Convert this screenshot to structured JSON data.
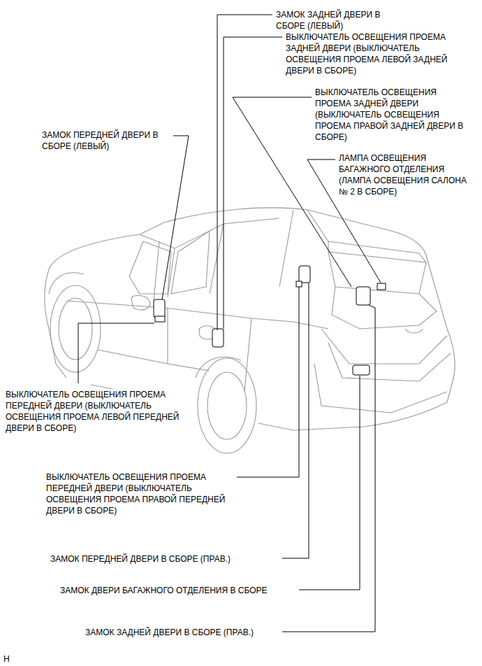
{
  "diagram": {
    "labels": [
      "ЗАМОК ЗАДНЕЙ ДВЕРИ В СБОРЕ (ЛЕВЫЙ)",
      "ВЫКЛЮЧАТЕЛЬ ОСВЕЩЕНИЯ ПРОЕМА ЗАДНЕЙ ДВЕРИ (ВЫКЛЮЧАТЕЛЬ ОСВЕЩЕНИЯ ПРОЕМА ЛЕВОЙ ЗАДНЕЙ ДВЕРИ В СБОРЕ)",
      "ВЫКЛЮЧАТЕЛЬ ОСВЕЩЕНИЯ ПРОЕМА ЗАДНЕЙ ДВЕРИ (ВЫКЛЮЧАТЕЛЬ ОСВЕЩЕНИЯ ПРОЕМА ПРАВОЙ ЗАДНЕЙ ДВЕРИ В СБОРЕ)",
      "ЛАМПА ОСВЕЩЕНИЯ БАГАЖНОГО ОТДЕЛЕНИЯ (ЛАМПА ОСВЕЩЕНИЯ САЛОНА № 2 В СБОРЕ)",
      "ЗАМОК ПЕРЕДНЕЙ ДВЕРИ В СБОРЕ (ЛЕВЫЙ)",
      "ВЫКЛЮЧАТЕЛЬ ОСВЕЩЕНИЯ ПРОЕМА ПЕРЕДНЕЙ ДВЕРИ (ВЫКЛЮЧАТЕЛЬ ОСВЕЩЕНИЯ ПРОЕМА ЛЕВОЙ ПЕРЕДНЕЙ ДВЕРИ В СБОРЕ)",
      "ВЫКЛЮЧАТЕЛЬ ОСВЕЩЕНИЯ ПРОЕМА ПЕРЕДНЕЙ ДВЕРИ (ВЫКЛЮЧАТЕЛЬ ОСВЕЩЕНИЯ ПРОЕМА ПРАВОЙ ПЕРЕДНЕЙ ДВЕРИ В СБОРЕ)",
      "ЗАМОК ПЕРЕДНЕЙ ДВЕРИ В СБОРЕ (ПРАВ.)",
      "ЗАМОК ДВЕРИ БАГАЖНОГО ОТДЕЛЕНИЯ В СБОРЕ",
      "ЗАМОК ЗАДНЕЙ ДВЕРИ В СБОРЕ (ПРАВ.)",
      "H"
    ]
  }
}
